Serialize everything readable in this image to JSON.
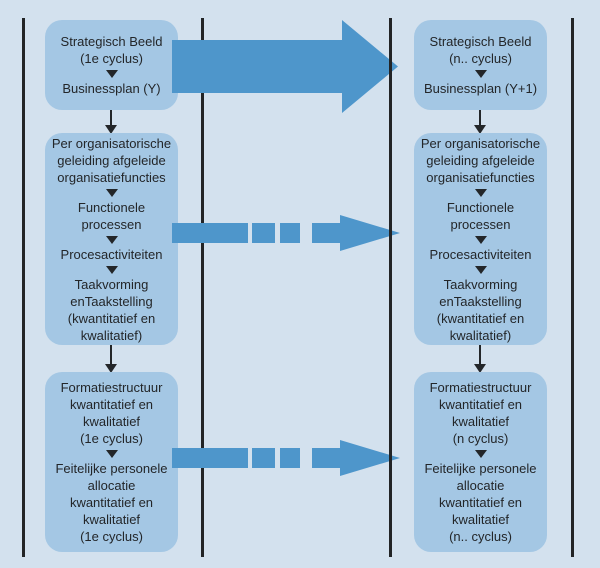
{
  "diagram": {
    "colors": {
      "background": "#d3e1ee",
      "box_fill": "#a4c7e4",
      "arrow_fill": "#4e96cb",
      "line": "#232629"
    },
    "columns": [
      {
        "id": "first-cycle",
        "boxes": [
          {
            "segments": [
              "Strategisch Beeld\n(1e cyclus)",
              "Businessplan (Y)"
            ]
          },
          {
            "segments": [
              "Per organisatorische\ngeleiding afgeleide\norganisatiefuncties",
              "Functionele processen",
              "Procesactiviteiten",
              "Taakvorming\nenTaakstelling\n(kwantitatief en\nkwalitatief)"
            ]
          },
          {
            "segments": [
              "Formatiestructuur\nkwantitatief en\nkwalitatief\n(1e cyclus)",
              "Feitelijke personele\nallocatie\nkwantitatief en\nkwalitatief\n(1e cyclus)"
            ]
          }
        ]
      },
      {
        "id": "nth-cycle",
        "boxes": [
          {
            "segments": [
              "Strategisch Beeld\n(n.. cyclus)",
              "Businessplan (Y+1)"
            ]
          },
          {
            "segments": [
              "Per organisatorische\ngeleiding afgeleide\norganisatiefuncties",
              "Functionele processen",
              "Procesactiviteiten",
              "Taakvorming\nenTaakstelling\n(kwantitatief en\nkwalitatief)"
            ]
          },
          {
            "segments": [
              "Formatiestructuur\nkwantitatief en\nkwalitatief\n(n cyclus)",
              "Feitelijke personele\nallocatie\nkwantitatief en\nkwalitatief\n(n.. cyclus)"
            ]
          }
        ]
      }
    ]
  }
}
